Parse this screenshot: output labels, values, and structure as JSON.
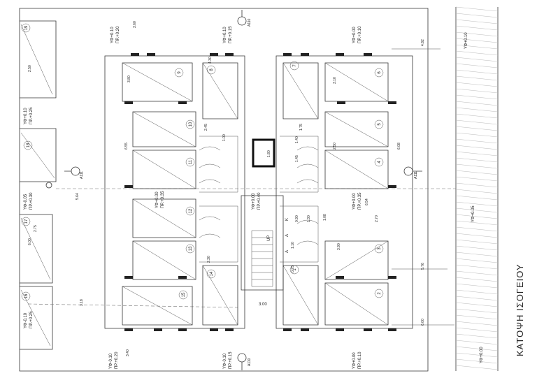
{
  "drawing": {
    "title": "ΚΑΤΟΨΗ ΙΣΟΓΕΙΟΥ",
    "stair_label": "UP",
    "stair_width": "3.00",
    "stair_width_alt": "2.70",
    "levels": {
      "top_left": [
        "ΥΦ+0.10",
        "ΠΡ.+0.20"
      ],
      "top_mid": [
        "ΥΦ+0.10",
        "ΠΡ.+0.15"
      ],
      "top_right": [
        "ΥΦ+0.00",
        "ΠΡ.+0.10"
      ],
      "far_right": "ΥΦ+0.10",
      "right_mid": "ΥΦ+0.05",
      "right_low": "ΥΦ+0.00",
      "left_upper": [
        "ΥΦ+0.10",
        "ΠΡ.+0.25"
      ],
      "left_mid": [
        "ΥΦ-0.05",
        "ΠΡ.+0.30"
      ],
      "left_lower": [
        "ΥΦ-0.10",
        "ΠΡ.+0.25"
      ],
      "center_left": [
        "ΥΦ+0.00",
        "ΠΡ.+0.35"
      ],
      "center": [
        "ΥΦ+0.00",
        "ΠΡ.+0.40"
      ],
      "center_right": [
        "ΥΦ+0.00",
        "ΠΡ.+0.35"
      ],
      "bottom_left": [
        "ΥΦ-0.10",
        "ΠΡ.+0.20"
      ],
      "bottom_mid": [
        "ΥΦ-0.10",
        "ΠΡ.+0.15"
      ],
      "bottom_right": [
        "ΥΦ+0.00",
        "ΠΡ.+0.10"
      ]
    },
    "space_numbers": [
      "19",
      "18",
      "17",
      "16",
      "9",
      "8",
      "10",
      "11",
      "12",
      "13",
      "14",
      "15",
      "7",
      "6",
      "5",
      "4",
      "3",
      "2",
      "1"
    ],
    "dimensions": [
      "3.60",
      "4.82",
      "5.76",
      "6.00",
      "6.55",
      "6.08",
      "3.80",
      "4.30",
      "5.64",
      "2.45",
      "1.75",
      "1.00",
      "1.40",
      "1.45",
      "1.80",
      "1.30",
      "0.90",
      "2.30",
      "2.50",
      "6.00",
      "3.40",
      "3.10",
      "3.90",
      "2.70",
      "6.54",
      "3.18",
      "2.50",
      "2.75",
      "1.10",
      "1.08",
      "0.75"
    ],
    "section_marks": [
      "A110",
      "A111",
      "A110",
      "A111"
    ],
    "room_tags": [
      "A",
      "K",
      "Α"
    ]
  }
}
